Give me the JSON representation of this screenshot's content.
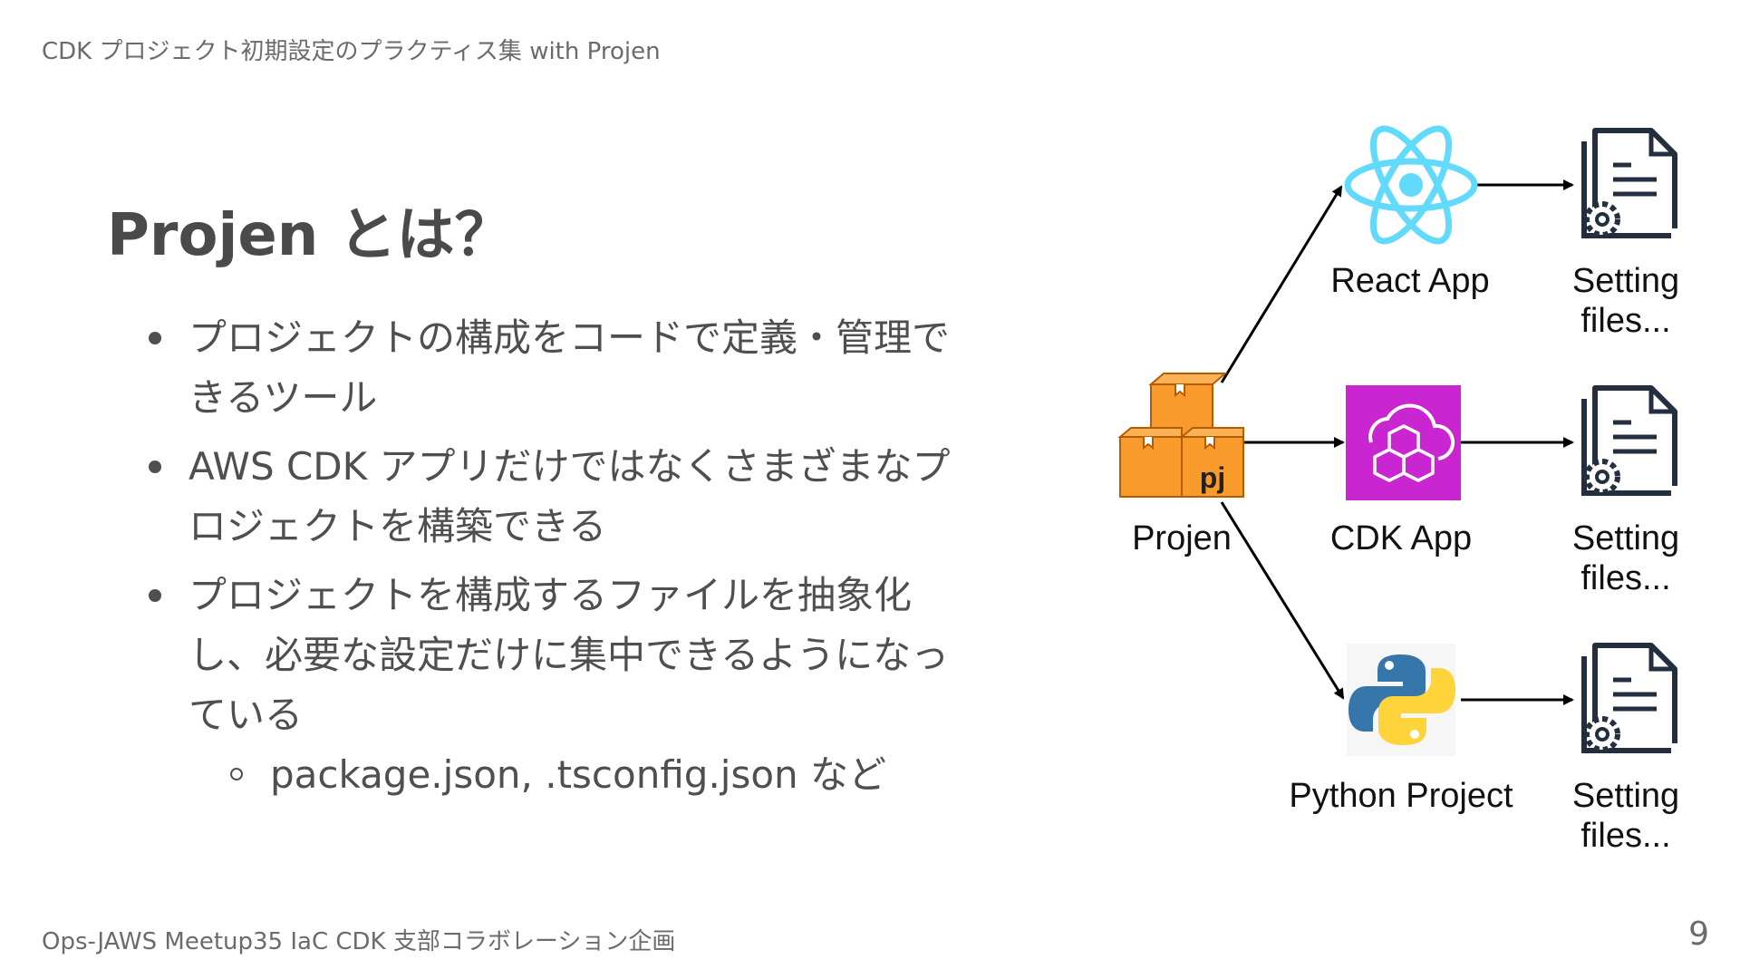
{
  "header": {
    "text": "CDK プロジェクト初期設定のプラクティス集 with Projen"
  },
  "title": "Projen とは？",
  "bullets": [
    {
      "text": "プロジェクトの構成をコードで定義・管理できるツール"
    },
    {
      "text": "AWS CDK アプリだけではなくさまざまなプロジェクトを構築できる"
    },
    {
      "text": "プロジェクトを構成するファイルを抽象化し、必要な設定だけに集中できるようになっている"
    }
  ],
  "sub_bullets": [
    {
      "text": "package.json, .tsconfig.json など"
    }
  ],
  "diagram": {
    "source": {
      "label": "Projen",
      "icon": "package-boxes-icon",
      "badge": "pj"
    },
    "targets": [
      {
        "label": "React App",
        "icon": "react-logo-icon",
        "output_label_1": "Setting",
        "output_label_2": "files..."
      },
      {
        "label": "CDK App",
        "icon": "aws-cdk-icon",
        "output_label_1": "Setting",
        "output_label_2": "files..."
      },
      {
        "label": "Python Project",
        "icon": "python-logo-icon",
        "output_label_1": "Setting",
        "output_label_2": "files..."
      }
    ],
    "colors": {
      "box_orange": "#f89a2c",
      "react_blue": "#61dafb",
      "cdk_magenta": "#c925d1",
      "python_blue": "#3776ab",
      "python_yellow": "#ffd43b",
      "doc_dark": "#232f3e"
    }
  },
  "footer": {
    "text": "Ops-JAWS Meetup35 IaC CDK 支部コラボレーション企画"
  },
  "page_number": "9"
}
